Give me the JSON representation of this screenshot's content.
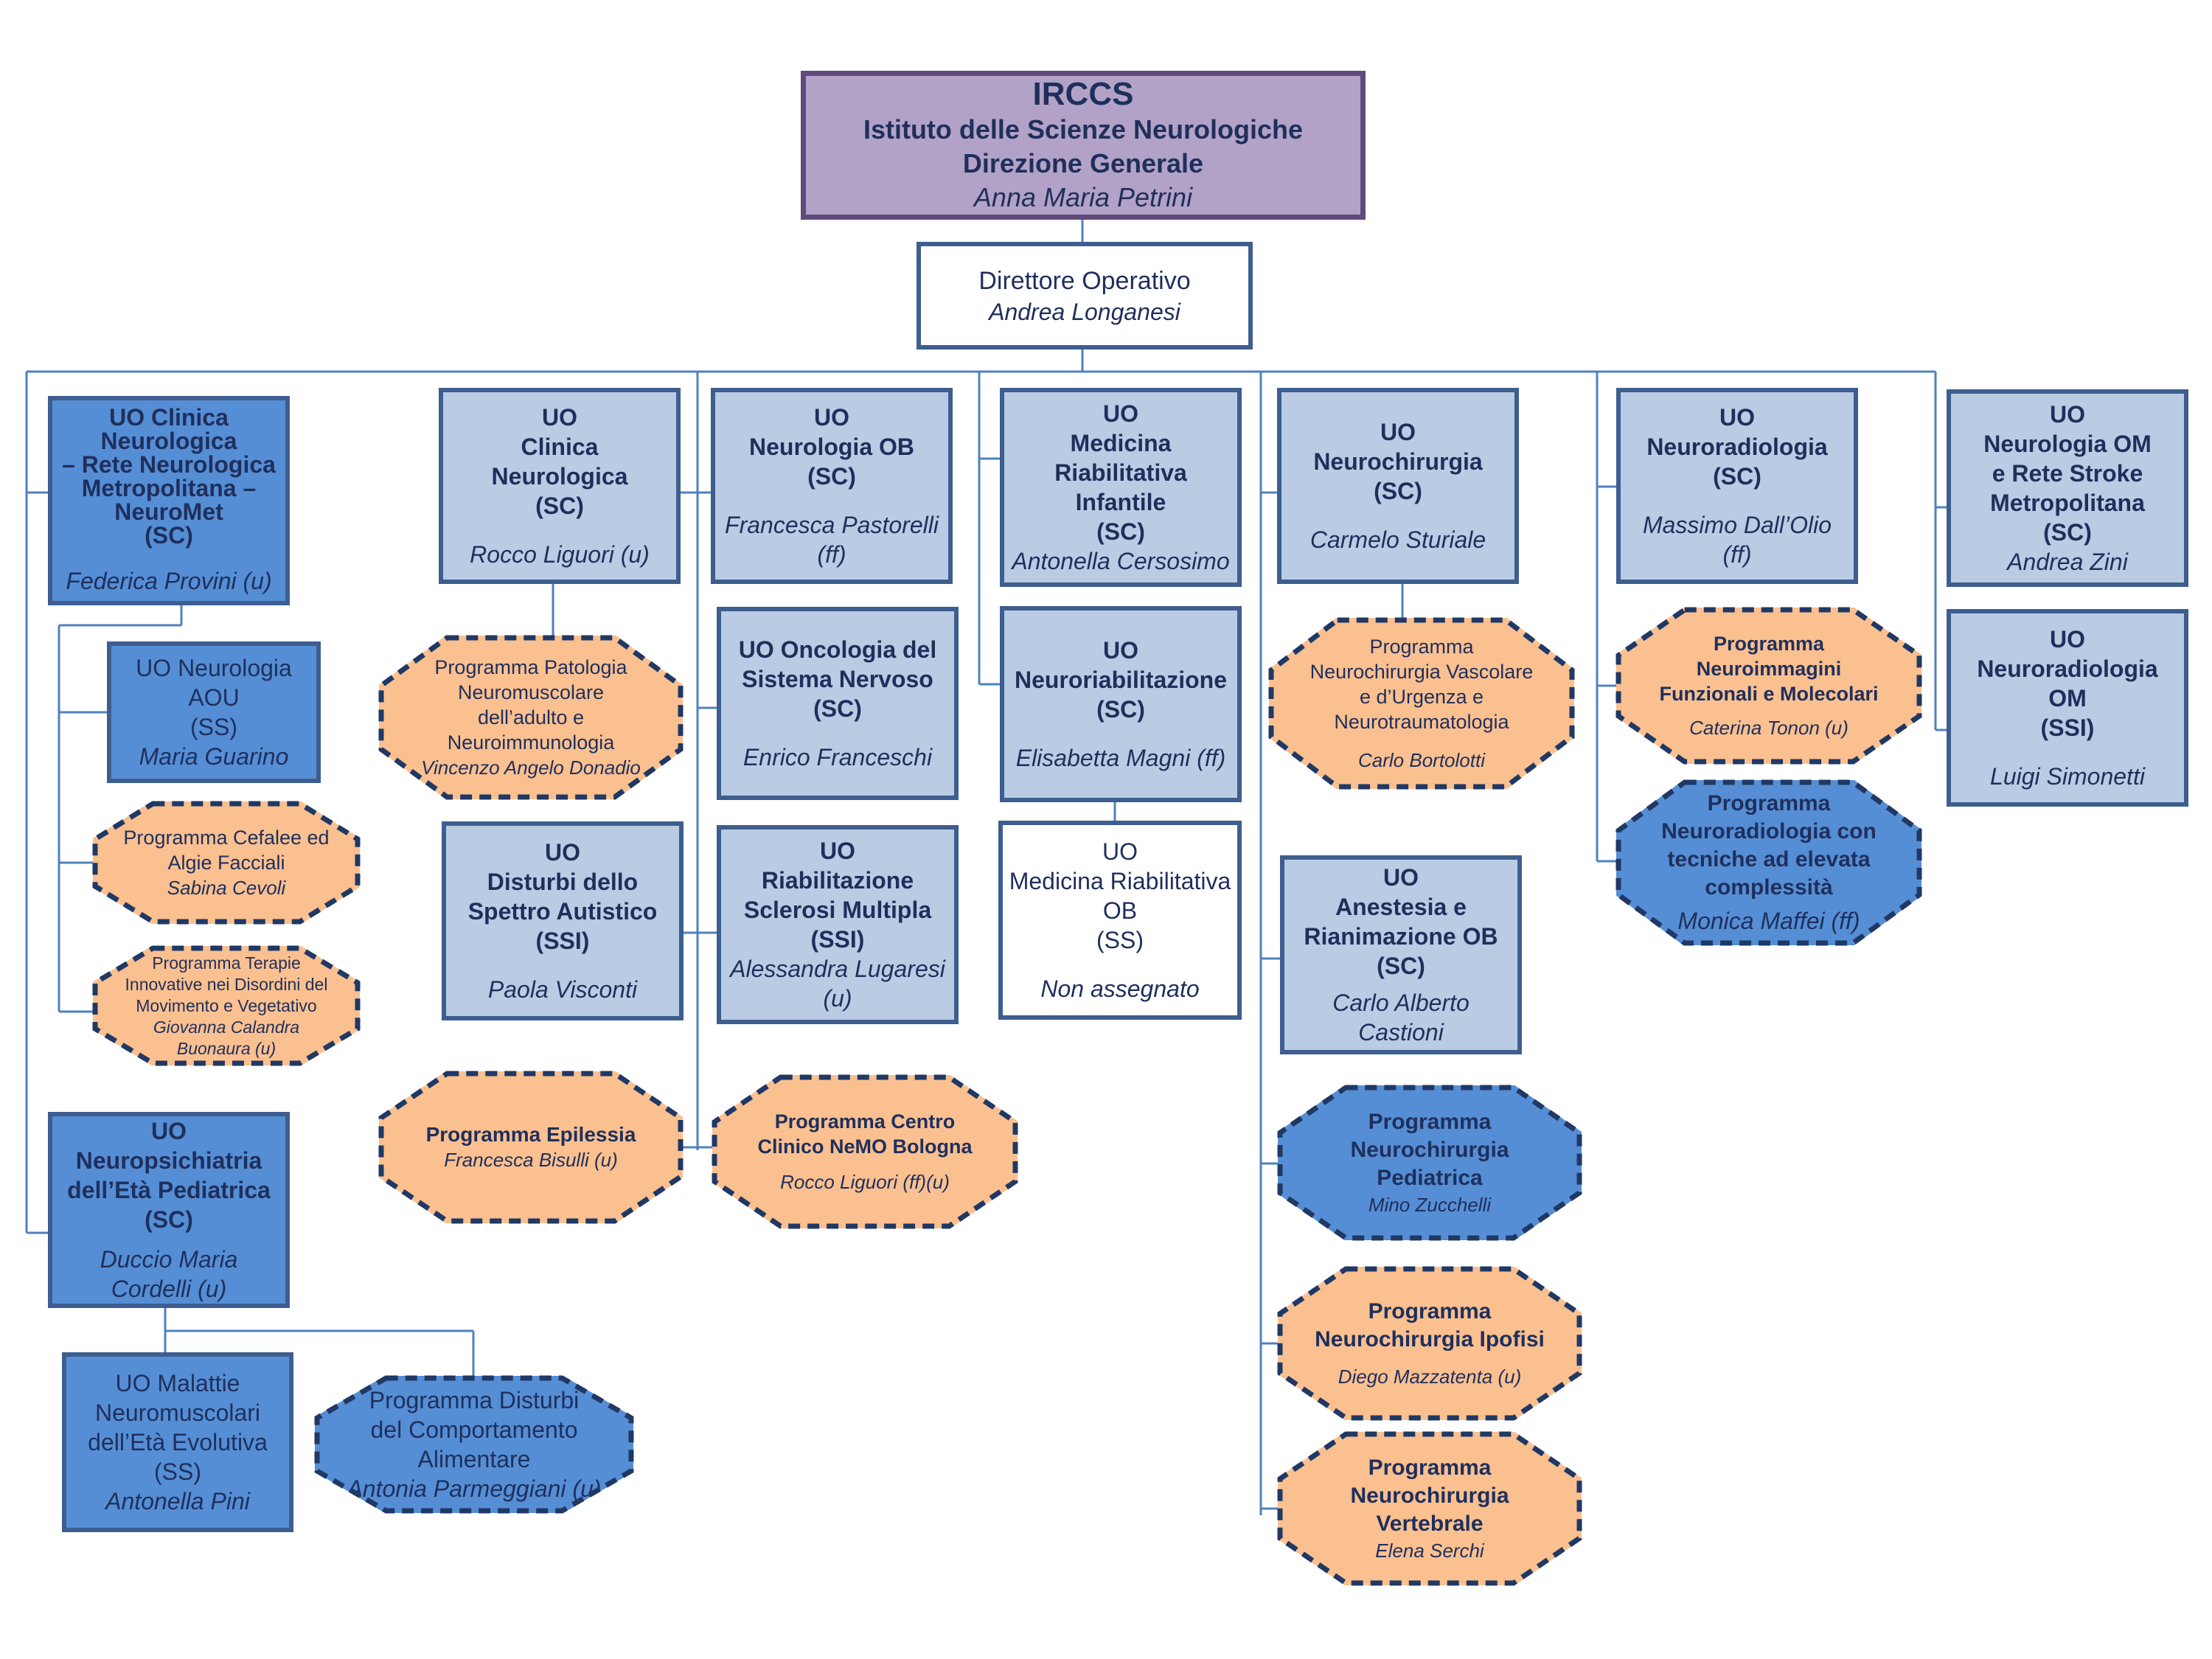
{
  "colors": {
    "line": "#4f81bd",
    "box_border": "#3d5e8e",
    "light_blue": "#b9cce4",
    "dark_blue": "#558ed5",
    "orange": "#fac090",
    "purple": "#b3a2c7"
  },
  "top": {
    "title": "IRCCS",
    "line1": "Istituto delle Scienze Neurologiche",
    "line2": "Direzione Generale",
    "person": "Anna Maria Petrini"
  },
  "dir_op": {
    "title": "Direttore Operativo",
    "person": "Andrea Longanesi"
  },
  "c1": {
    "clinica_metro": {
      "l1": "UO Clinica",
      "l2": "Neurologica",
      "l3": "– Rete Neurologica",
      "l4": "Metropolitana –",
      "l5": "NeuroMet",
      "l6": "(SC)",
      "person": "Federica Provini (u)"
    },
    "neurologia_aou": {
      "l1": "UO Neurologia",
      "l2": "AOU",
      "l3": "(SS)",
      "person": "Maria Guarino"
    },
    "cefalee": {
      "l1": "Programma Cefalee ed",
      "l2": "Algie Facciali",
      "person": "Sabina Cevoli"
    },
    "terapie": {
      "l1": "Programma Terapie",
      "l2": "Innovative nei Disordini del",
      "l3": "Movimento e Vegetativo",
      "p1": "Giovanna Calandra",
      "p2": "Buonaura (u)"
    },
    "npi": {
      "l1": "UO",
      "l2": "Neuropsichiatria",
      "l3": "dell’Età Pediatrica",
      "l4": "(SC)",
      "p1": "Duccio Maria",
      "p2": "Cordelli (u)"
    },
    "malattie_nm": {
      "l1": "UO Malattie",
      "l2": "Neuromuscolari",
      "l3": "dell’Età Evolutiva",
      "l4": "(SS)",
      "person": "Antonella Pini"
    },
    "dca": {
      "l1": "Programma Disturbi",
      "l2": "del Comportamento",
      "l3": "Alimentare",
      "person": "Antonia Parmeggiani (u)"
    }
  },
  "c2": {
    "clinica_neuro": {
      "l1": "UO",
      "l2": "Clinica",
      "l3": "Neurologica",
      "l4": "(SC)",
      "person": "Rocco Liguori (u)"
    },
    "patologia_nm": {
      "l1": "Programma Patologia",
      "l2": "Neuromuscolare",
      "l3": "dell’adulto e",
      "l4": "Neuroimmunologia",
      "person": "Vincenzo Angelo Donadio"
    },
    "autistico": {
      "l1": "UO",
      "l2": "Disturbi dello",
      "l3": "Spettro Autistico",
      "l4": "(SSI)",
      "person": "Paola Visconti"
    },
    "epilessia": {
      "l1": "Programma Epilessia",
      "person": "Francesca Bisulli (u)"
    }
  },
  "c3": {
    "neuro_ob": {
      "l1": "UO",
      "l2": "Neurologia OB",
      "l3": "(SC)",
      "p1": "Francesca Pastorelli",
      "p2": "(ff)"
    },
    "oncologia": {
      "l1": "UO Oncologia del",
      "l2": "Sistema Nervoso",
      "l3": "(SC)",
      "person": "Enrico Franceschi"
    },
    "sclerosi": {
      "l1": "UO",
      "l2": "Riabilitazione",
      "l3": "Sclerosi Multipla",
      "l4": "(SSI)",
      "p1": "Alessandra Lugaresi",
      "p2": "(u)"
    },
    "nemo": {
      "l1": "Programma Centro",
      "l2": "Clinico NeMO Bologna",
      "person": "Rocco Liguori  (ff)(u)"
    }
  },
  "c4": {
    "med_riab_inf": {
      "l1": "UO",
      "l2": "Medicina",
      "l3": "Riabilitativa",
      "l4": "Infantile",
      "l5": "(SC)",
      "person": "Antonella Cersosimo"
    },
    "neuroriab": {
      "l1": "UO",
      "l2": "Neuroriabilitazione",
      "l3": "(SC)",
      "person": "Elisabetta Magni (ff)"
    },
    "med_riab_ob": {
      "l1": "UO",
      "l2": "Medicina Riabilitativa",
      "l3": "OB",
      "l4": "(SS)",
      "person": "Non assegnato"
    }
  },
  "c5": {
    "neurochir": {
      "l1": "UO",
      "l2": "Neurochirurgia",
      "l3": "(SC)",
      "person": "Carmelo Sturiale"
    },
    "nc_vascolare": {
      "l1": "Programma",
      "l2": "Neurochirurgia Vascolare",
      "l3": "e d’Urgenza e",
      "l4": "Neurotraumatologia",
      "person": "Carlo Bortolotti"
    },
    "anestesia": {
      "l1": "UO",
      "l2": "Anestesia e",
      "l3": "Rianimazione OB",
      "l4": "(SC)",
      "p1": "Carlo Alberto",
      "p2": "Castioni"
    },
    "nc_pediatrica": {
      "l1": "Programma",
      "l2": "Neurochirurgia",
      "l3": "Pediatrica",
      "person": "Mino Zucchelli"
    },
    "nc_ipofisi": {
      "l1": "Programma",
      "l2": "Neurochirurgia Ipofisi",
      "person": "Diego Mazzatenta  (u)"
    },
    "nc_vertebrale": {
      "l1": "Programma",
      "l2": "Neurochirurgia",
      "l3": "Vertebrale",
      "person": "Elena Serchi"
    }
  },
  "c6": {
    "neuroradio": {
      "l1": "UO",
      "l2": "Neuroradiologia",
      "l3": "(SC)",
      "p1": "Massimo Dall’Olio",
      "p2": "(ff)"
    },
    "neuroimmagini": {
      "l1": "Programma",
      "l2": "Neuroimmagini",
      "l3": "Funzionali e Molecolari",
      "person": "Caterina Tonon (u)"
    },
    "nr_complessita": {
      "l1": "Programma",
      "l2": "Neuroradiologia con",
      "l3": "tecniche ad elevata",
      "l4": "complessità",
      "person": "Monica Maffei (ff)"
    }
  },
  "c7": {
    "neuro_om": {
      "l1": "UO",
      "l2": "Neurologia OM",
      "l3": "e Rete Stroke",
      "l4": "Metropolitana",
      "l5": "(SC)",
      "person": "Andrea Zini"
    },
    "neuroradio_om": {
      "l1": "UO",
      "l2": "Neuroradiologia",
      "l3": "OM",
      "l4": "(SSI)",
      "person": "Luigi Simonetti"
    }
  }
}
